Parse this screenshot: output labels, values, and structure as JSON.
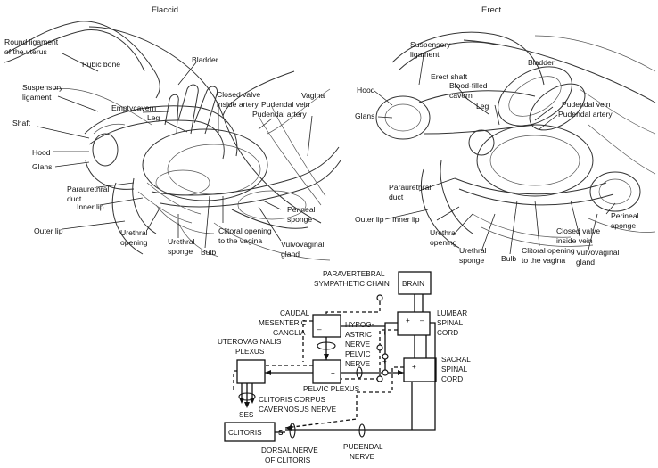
{
  "panels": {
    "flaccid": {
      "title": "Flaccid",
      "labels": {
        "round_ligament_1": "Round ligament",
        "round_ligament_2": "of the uterus",
        "pubic_bone": "Pubic bone",
        "bladder": "Bladder",
        "suspensory_1": "Suspensory",
        "suspensory_2": "ligament",
        "empty_cavern": "Emptycavern",
        "leg": "Leg",
        "closed_valve_1": "Closed valve",
        "closed_valve_2": "inside artery",
        "pudendal_vein": "Pudendal vein",
        "pudendal_artery": "Pudendal artery",
        "vagina": "Vagina",
        "shaft": "Shaft",
        "hood": "Hood",
        "glans": "Glans",
        "paraurethral_1": "Paraurethral",
        "paraurethral_2": "duct",
        "inner_lip": "Inner lip",
        "outer_lip": "Outer lip",
        "urethral_opening_1": "Urethral",
        "urethral_opening_2": "opening",
        "urethral_sponge_1": "Urethral",
        "urethral_sponge_2": "sponge",
        "bulb": "Bulb",
        "clitoral_opening_1": "Clitoral opening",
        "clitoral_opening_2": "to the vagina",
        "perineal_1": "Perineal",
        "perineal_2": "sponge",
        "vulvovaginal_1": "Vulvovaginal",
        "vulvovaginal_2": "gland"
      }
    },
    "erect": {
      "title": "Erect",
      "labels": {
        "suspensory_1": "Suspensory",
        "suspensory_2": "ligament",
        "bladder": "Bladder",
        "hood": "Hood",
        "erect_shaft": "Erect shaft",
        "blood_filled_1": "Blood-filled",
        "blood_filled_2": "cavern",
        "leg": "Leg",
        "pudendal_vein": "Pudendal vein",
        "pudendal_artery": "Pudendal artery",
        "glans": "Glans",
        "paraurethral_1": "Paraurethral",
        "paraurethral_2": "duct",
        "outer_lip": "Outer lip",
        "inner_lip": "Inner lip",
        "urethral_opening_1": "Urethral",
        "urethral_opening_2": "opening",
        "urethral_sponge_1": "Urethral",
        "urethral_sponge_2": "sponge",
        "bulb": "Bulb",
        "clitoral_opening_1": "Clitoral opening",
        "clitoral_opening_2": "to the vagina",
        "closed_valve_1": "Closed valve",
        "closed_valve_2": "inside vein",
        "vulvovaginal_1": "Vulvovaginal",
        "vulvovaginal_2": "gland",
        "perineal_1": "Perineal",
        "perineal_2": "sponge"
      }
    }
  },
  "schematic": {
    "boxes": {
      "brain": "BRAIN",
      "clitoris": "CLITORIS"
    },
    "labels": {
      "paravertebral_1": "PARAVERTEBRAL",
      "paravertebral_2": "SYMPATHETIC CHAIN",
      "caudal_1": "CAUDAL",
      "caudal_2": "MESENTERIC",
      "caudal_3": "GANGLIA",
      "hypogastric_1": "HYPOG-",
      "hypogastric_2": "ASTRIC",
      "hypogastric_3": "NERVE",
      "pelvic_nerve_1": "PELVIC",
      "pelvic_nerve_2": "NERVE",
      "lumbar_1": "LUMBAR",
      "lumbar_2": "SPINAL",
      "lumbar_3": "CORD",
      "uterovaginalis_1": "UTEROVAGINALIS",
      "uterovaginalis_2": "PLEXUS",
      "sacral_1": "SACRAL",
      "sacral_2": "SPINAL",
      "sacral_3": "CORD",
      "pelvic_plexus": "PELVIC PLEXUS",
      "corpus_1": "CLITORIS CORPUS",
      "corpus_2": "CAVERNOSUS NERVE",
      "ses": "SES",
      "s_marker": "S",
      "dorsal_1": "DORSAL NERVE",
      "dorsal_2": "OF CLITORIS",
      "pudendal_1": "PUDENDAL",
      "pudendal_2": "NERVE",
      "plus": "+",
      "minus": "–"
    }
  }
}
